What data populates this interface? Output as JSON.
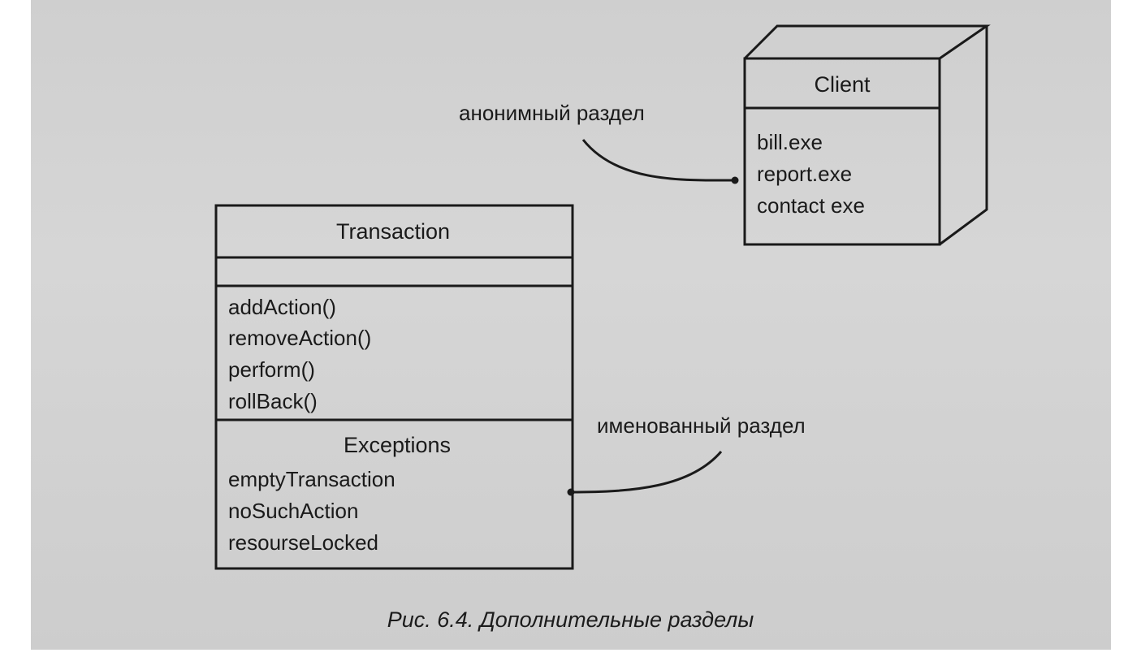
{
  "colors": {
    "paper": "#d3d3d3",
    "ink": "#1a1a1a"
  },
  "client_node": {
    "name": "Client",
    "artifacts": [
      "bill.exe",
      "report.exe",
      "contact exe"
    ]
  },
  "transaction_class": {
    "name": "Transaction",
    "operations": [
      "addAction()",
      "removeAction()",
      "perform()",
      "rollBack()"
    ],
    "exceptions_title": "Exceptions",
    "exceptions": [
      "emptyTransaction",
      "noSuchAction",
      "resourseLocked"
    ]
  },
  "annotations": {
    "anonymous": "анонимный раздел",
    "named": "именованный раздел"
  },
  "caption": "Рис. 6.4. Дополнительные разделы"
}
